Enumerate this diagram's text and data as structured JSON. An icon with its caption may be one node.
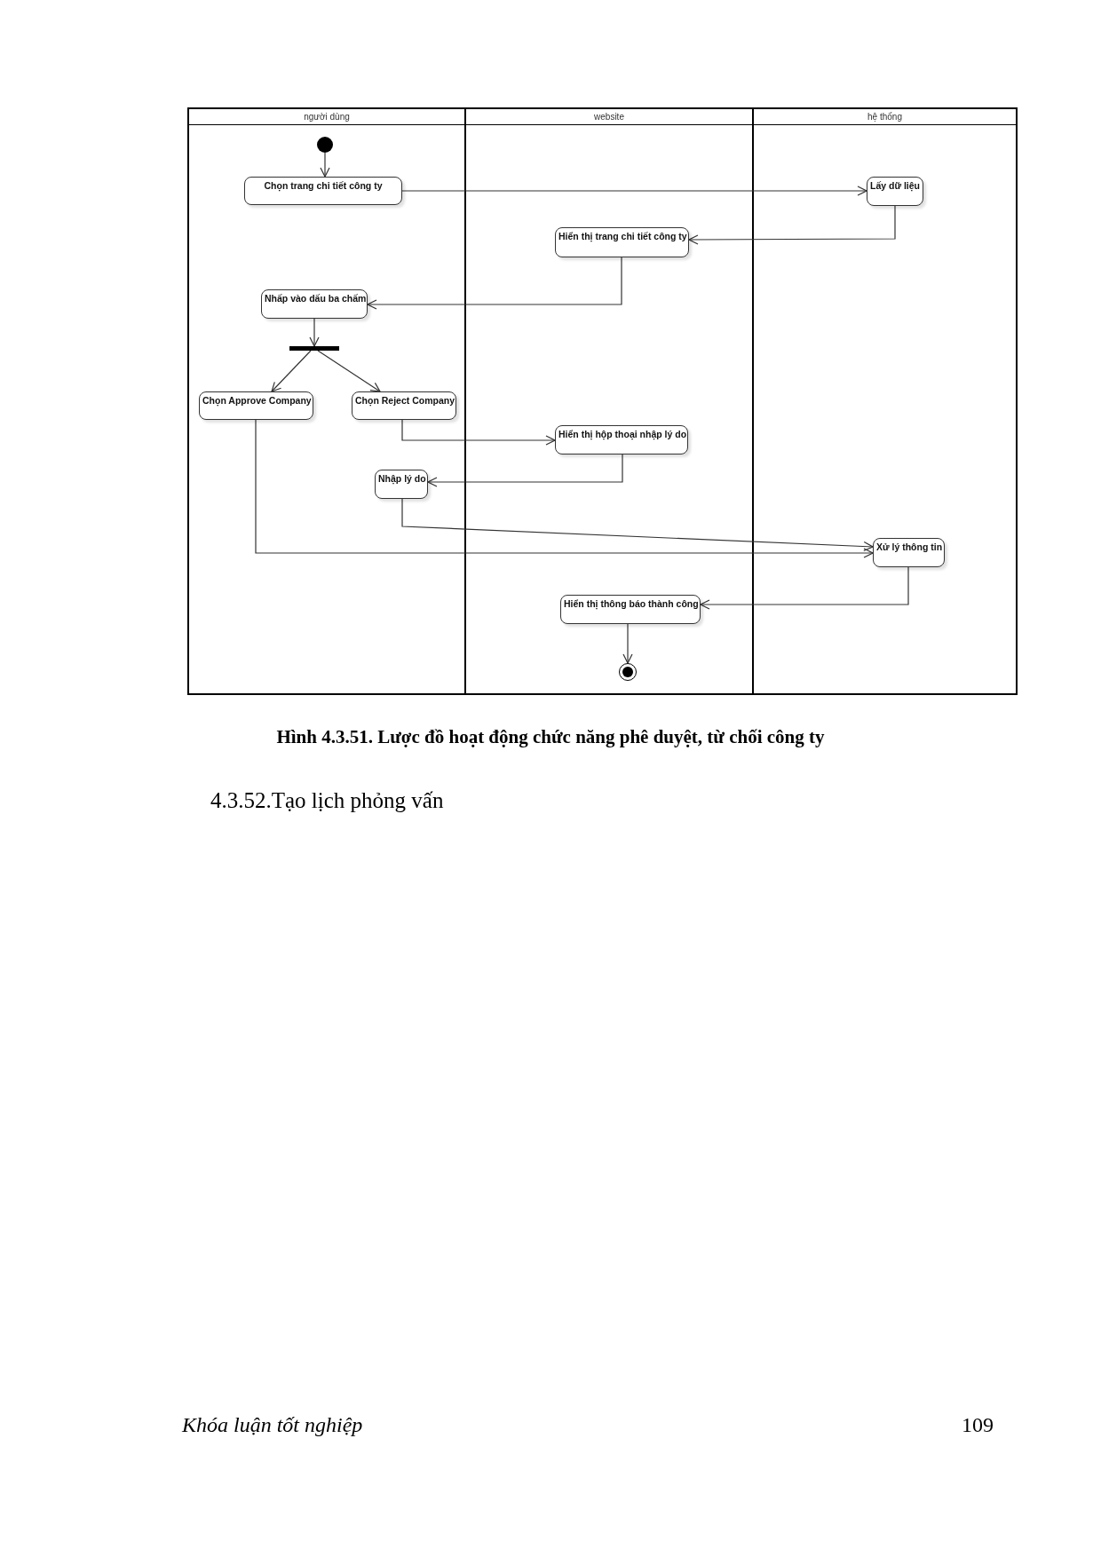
{
  "diagram": {
    "caption": "Hình 4.3.51. Lược đồ hoạt động chức năng phê duyệt, từ chối công ty",
    "nodes": [
      {
        "text": [
          "người dùng"
        ]
      },
      {
        "text": [
          "website"
        ]
      },
      {
        "text": [
          "hệ thống"
        ]
      },
      {
        "text": [],
        "shape": "circle",
        "in": 0
      },
      {
        "text": [
          "Chọn trang chi tiết công ty"
        ],
        "in": 0
      },
      {
        "text": [
          "Lấy dữ liệu"
        ],
        "in": 2
      },
      {
        "text": [
          "Hiển thị trang chi tiết công ty"
        ],
        "in": 1
      },
      {
        "text": [
          "Nhấp vào dấu ba chấm"
        ],
        "in": 0
      },
      {
        "text": [],
        "shape": "bar",
        "in": 0
      },
      {
        "text": [
          "Chọn Approve Company"
        ],
        "in": 0
      },
      {
        "text": [
          "Chọn Reject Company"
        ],
        "in": 0
      },
      {
        "text": [
          "Hiển thị hộp thoại nhập lý do"
        ],
        "in": 1
      },
      {
        "text": [
          "Nhập lý do"
        ],
        "in": 0
      },
      {
        "text": [
          "Xử lý thông tin"
        ],
        "in": 2
      },
      {
        "text": [
          "Hiển thị thông báo thành công"
        ],
        "in": 1
      },
      {
        "text": [],
        "shape": "bullseye",
        "in": 1
      }
    ],
    "edges": [
      {
        "from": 3,
        "to": 4,
        "arrow": "to"
      },
      {
        "from": 4,
        "to": 5,
        "arrow": "to"
      },
      {
        "from": 5,
        "to": 6,
        "arrow": "to"
      },
      {
        "from": 6,
        "to": 7,
        "arrow": "to"
      },
      {
        "from": 7,
        "to": 8,
        "arrow": "to"
      },
      {
        "from": 8,
        "to": 9,
        "arrow": "to"
      },
      {
        "from": 8,
        "to": 10,
        "arrow": "to"
      },
      {
        "from": 10,
        "to": 11,
        "arrow": "to"
      },
      {
        "from": 11,
        "to": 12,
        "arrow": "to"
      },
      {
        "from": 12,
        "to": 13,
        "arrow": "to"
      },
      {
        "from": 9,
        "to": 13,
        "arrow": "to"
      },
      {
        "from": 13,
        "to": 14,
        "arrow": "to"
      },
      {
        "from": 14,
        "to": 15,
        "arrow": "to"
      }
    ],
    "labels": [
      "4.3.52.Tạo lịch phỏng vấn",
      "Khóa luận tốt nghiệp",
      "109"
    ]
  }
}
